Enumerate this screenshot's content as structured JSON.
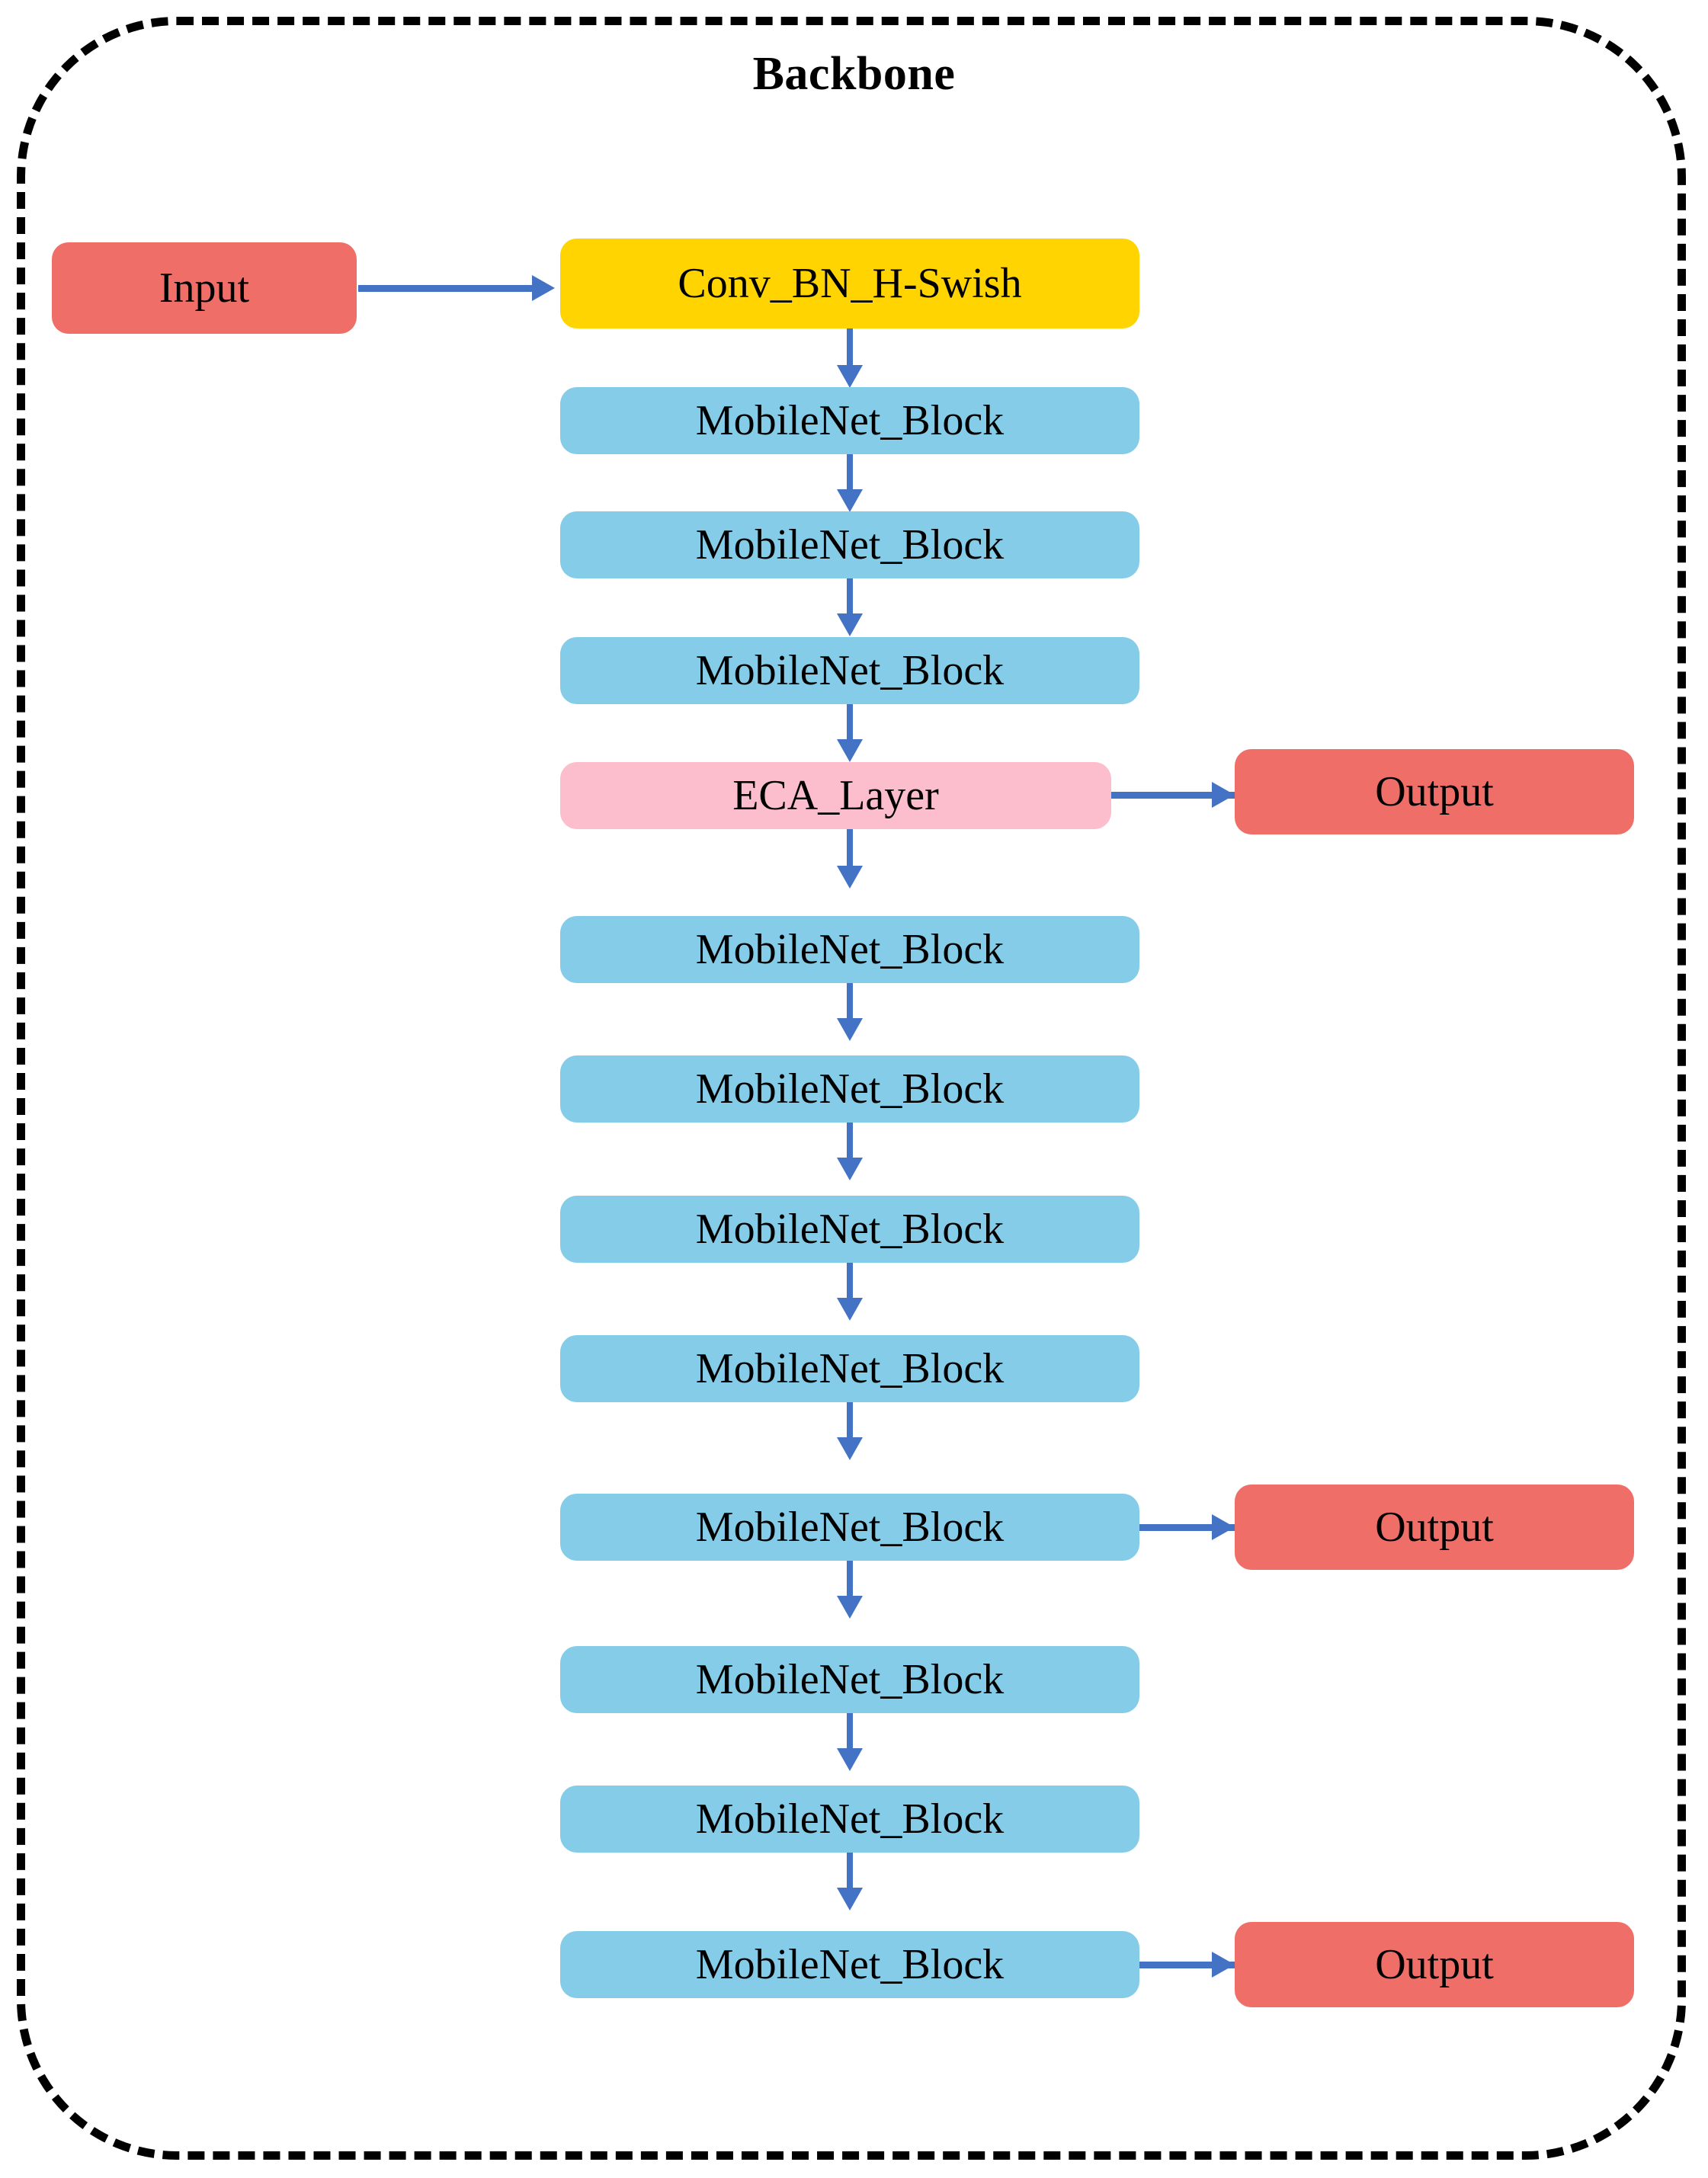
{
  "diagram": {
    "title": "Backbone",
    "colors": {
      "input_output": "#EF6F68",
      "conv": "#FFD400",
      "mobilenet": "#84CCE8",
      "eca": "#FCBDCD",
      "connector": "#4472C4",
      "frame": "#000000",
      "background": "#FFFFFF"
    },
    "nodes": {
      "input": {
        "label": "Input"
      },
      "conv": {
        "label": "Conv_BN_H-Swish"
      },
      "eca": {
        "label": "ECA_Layer"
      },
      "mobilenet_1": {
        "label": "MobileNet_Block"
      },
      "mobilenet_2": {
        "label": "MobileNet_Block"
      },
      "mobilenet_3": {
        "label": "MobileNet_Block"
      },
      "mobilenet_4": {
        "label": "MobileNet_Block"
      },
      "mobilenet_5": {
        "label": "MobileNet_Block"
      },
      "mobilenet_6": {
        "label": "MobileNet_Block"
      },
      "mobilenet_7": {
        "label": "MobileNet_Block"
      },
      "mobilenet_8": {
        "label": "MobileNet_Block"
      },
      "mobilenet_9": {
        "label": "MobileNet_Block"
      },
      "mobilenet_10": {
        "label": "MobileNet_Block"
      },
      "mobilenet_11": {
        "label": "MobileNet_Block"
      },
      "output_1": {
        "label": "Output"
      },
      "output_2": {
        "label": "Output"
      },
      "output_3": {
        "label": "Output"
      }
    },
    "main_column_order": [
      "Conv_BN_H-Swish",
      "MobileNet_Block",
      "MobileNet_Block",
      "MobileNet_Block",
      "ECA_Layer",
      "MobileNet_Block",
      "MobileNet_Block",
      "MobileNet_Block",
      "MobileNet_Block",
      "MobileNet_Block",
      "MobileNet_Block",
      "MobileNet_Block",
      "MobileNet_Block"
    ],
    "edges": [
      {
        "from": "Input",
        "to": "Conv_BN_H-Swish",
        "direction": "right"
      },
      {
        "from": "ECA_Layer",
        "to": "Output",
        "direction": "right"
      },
      {
        "from": "MobileNet_Block",
        "to": "Output",
        "direction": "right"
      },
      {
        "from": "MobileNet_Block",
        "to": "Output",
        "direction": "right"
      }
    ]
  }
}
